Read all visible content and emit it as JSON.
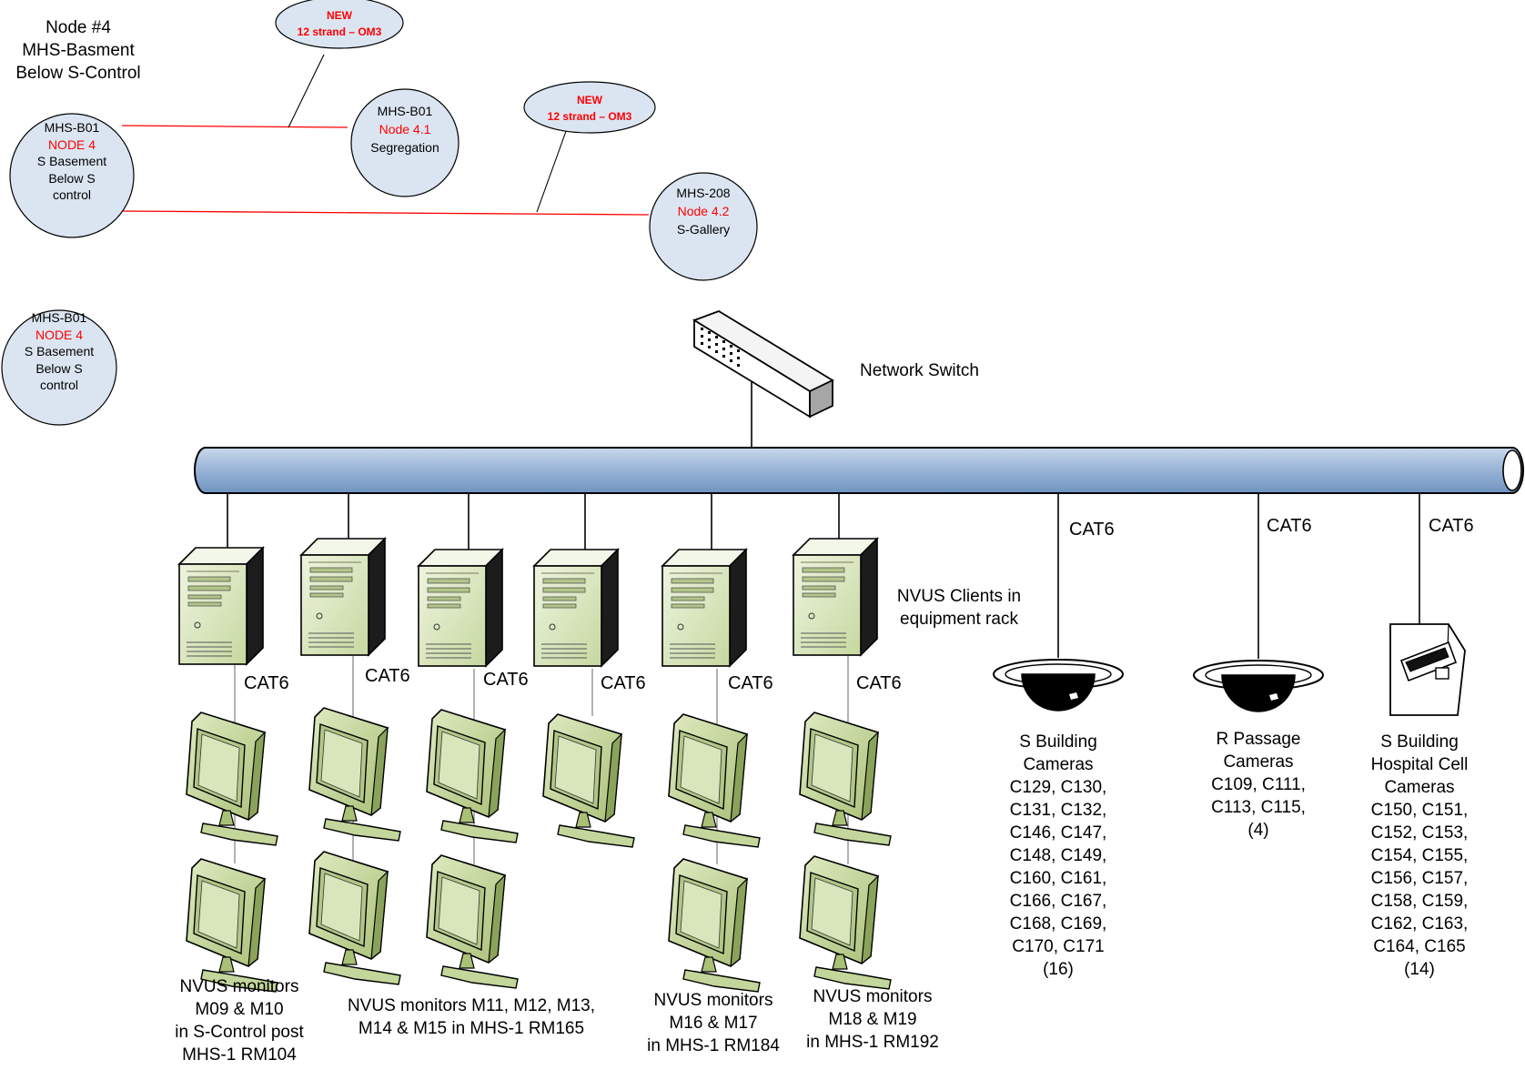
{
  "node_title": [
    "Node #4",
    "MHS-Basment",
    "Below S-Control"
  ],
  "nodes": {
    "main": [
      "MHS-B01",
      "NODE 4",
      "S Basement",
      "Below S",
      "control"
    ],
    "main_copy": [
      "MHS-B01",
      "NODE 4",
      "S Basement",
      "Below S",
      "control"
    ],
    "node41": [
      "MHS-B01",
      "Node 4.1",
      "Segregation"
    ],
    "node42": [
      "MHS-208",
      "Node 4.2",
      "S-Gallery"
    ]
  },
  "fiber_callouts": [
    {
      "line1": "NEW",
      "line2": "12 strand – OM3"
    },
    {
      "line1": "NEW",
      "line2": "12 strand – OM3"
    }
  ],
  "switch_label": "Network Switch",
  "clients_label": [
    "NVUS Clients in",
    "equipment rack"
  ],
  "cable_label": "CAT6",
  "monitor_groups": [
    [
      "NVUS monitors",
      "M09 & M10",
      "in S-Control post",
      "MHS-1 RM104"
    ],
    [
      "NVUS monitors M11, M12, M13,",
      "M14 & M15 in MHS-1 RM165"
    ],
    [
      "NVUS monitors",
      "M16 & M17",
      "in MHS-1 RM184"
    ],
    [
      "NVUS monitors",
      "M18 & M19",
      "in MHS-1 RM192"
    ]
  ],
  "camera_groups": [
    [
      "S Building",
      "Cameras",
      "C129, C130,",
      "C131, C132,",
      "C146, C147,",
      "C148, C149,",
      "C160, C161,",
      "C166, C167,",
      "C168, C169,",
      "C170, C171",
      "(16)"
    ],
    [
      "R Passage",
      "Cameras",
      "C109, C111,",
      "C113, C115,",
      "(4)"
    ],
    [
      "S Building",
      "Hospital Cell",
      "Cameras",
      "C150, C151,",
      "C152, C153,",
      "C154, C155,",
      "C156, C157,",
      "C158, C159,",
      "C162, C163,",
      "C164, C165",
      "(14)"
    ]
  ],
  "colors": {
    "fiber_line": "#ff0000",
    "node_fill": "#dbe5f1",
    "backbone_fill": "#9bb7d8",
    "computer_fill": "#d7e4bd",
    "monitor_fill": "#c3d69b",
    "accent_text": "#ff0000"
  },
  "icons": [
    "network-switch-icon",
    "server-tower-icon",
    "lcd-monitor-icon",
    "dome-camera-icon",
    "box-camera-icon"
  ]
}
